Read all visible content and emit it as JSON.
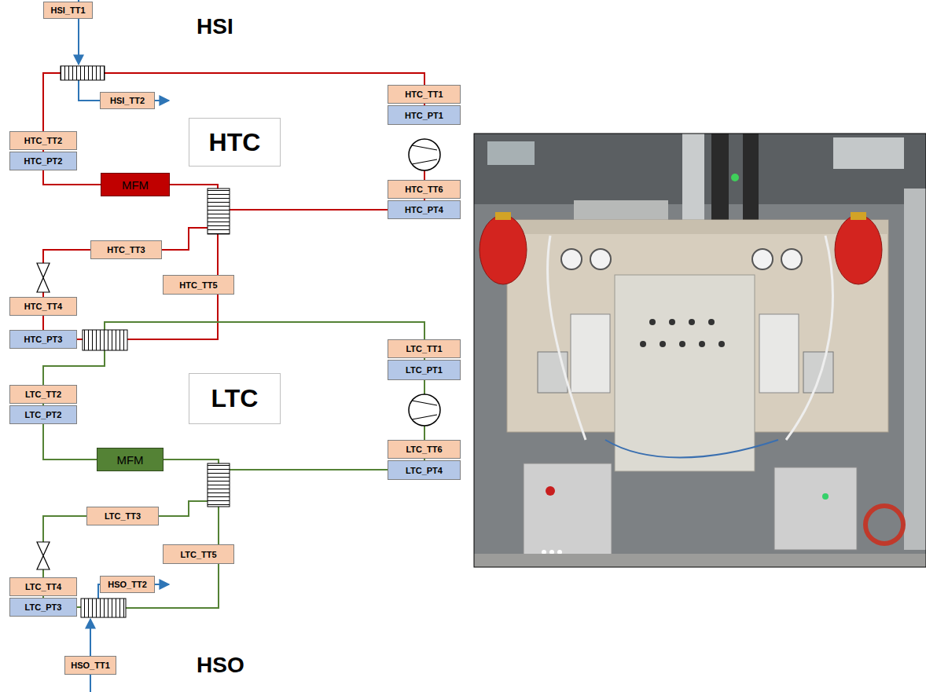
{
  "diagram": {
    "nodes": [
      {
        "text": [
          "HSI_TT1"
        ]
      },
      {
        "text": [
          "HTC_TT1"
        ]
      },
      {
        "text": [
          "HSI_TT2"
        ]
      },
      {
        "text": [
          "HTC_PT1"
        ]
      },
      {
        "text": [
          "HTC"
        ]
      },
      {
        "text": [
          "HTC_TT2"
        ]
      },
      {
        "text": [
          "HTC_PT2"
        ]
      },
      {
        "text": [
          "MFM"
        ]
      },
      {
        "text": [
          "HTC_TT6"
        ]
      },
      {
        "text": [
          "HTC_PT4"
        ]
      },
      {
        "text": [
          "HTC_TT3"
        ]
      },
      {
        "text": [
          "HTC_TT5"
        ]
      },
      {
        "text": [
          "HTC_TT4"
        ]
      },
      {
        "text": [
          "HTC_PT3"
        ]
      },
      {
        "text": [
          "LTC_TT1"
        ]
      },
      {
        "text": [
          "LTC_PT1"
        ]
      },
      {
        "text": [
          "LTC"
        ]
      },
      {
        "text": [
          "LTC_TT2"
        ]
      },
      {
        "text": [
          "LTC_PT2"
        ]
      },
      {
        "text": [
          "MFM"
        ]
      },
      {
        "text": [
          "LTC_TT6"
        ]
      },
      {
        "text": [
          "LTC_PT4"
        ]
      },
      {
        "text": [
          "LTC_TT3"
        ]
      },
      {
        "text": [
          "LTC_TT5"
        ]
      },
      {
        "text": [
          "LTC_TT4"
        ]
      },
      {
        "text": [
          "LTC_PT3"
        ]
      },
      {
        "text": [
          "HSO_TT2"
        ]
      },
      {
        "text": [
          "HSO_TT1"
        ]
      }
    ],
    "edges": [
      {
        "from": 6,
        "to": 7,
        "arrow": "none"
      },
      {
        "from": 18,
        "to": 19,
        "arrow": "none"
      }
    ],
    "labels": [
      "HSI",
      "HSO"
    ]
  }
}
